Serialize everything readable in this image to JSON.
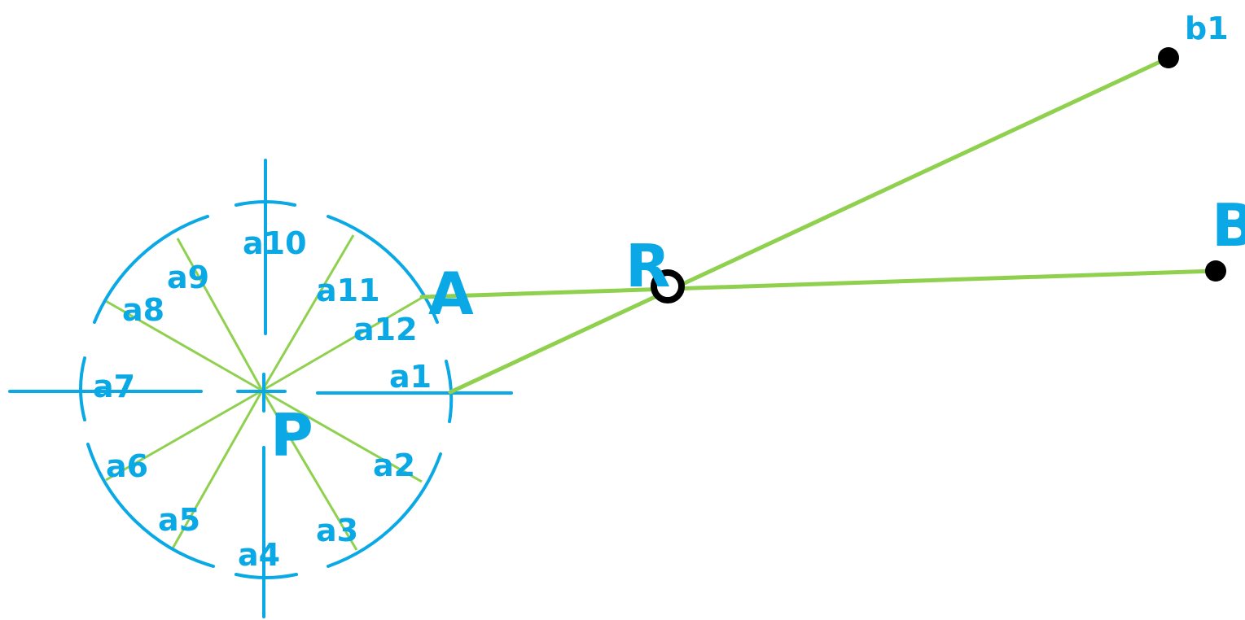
{
  "colors": {
    "blue": "#0aa9e6",
    "green": "#8fd14f",
    "black": "#000000",
    "background": "#ffffff"
  },
  "labels": {
    "P": "P",
    "R": "R",
    "A": "A",
    "B": "B",
    "b1": "b1",
    "a1": "a1",
    "a2": "a2",
    "a3": "a3",
    "a4": "a4",
    "a5": "a5",
    "a6": "a6",
    "a7": "a7",
    "a8": "a8",
    "a9": "a9",
    "a10": "a10",
    "a11": "a11",
    "a12": "a12"
  }
}
